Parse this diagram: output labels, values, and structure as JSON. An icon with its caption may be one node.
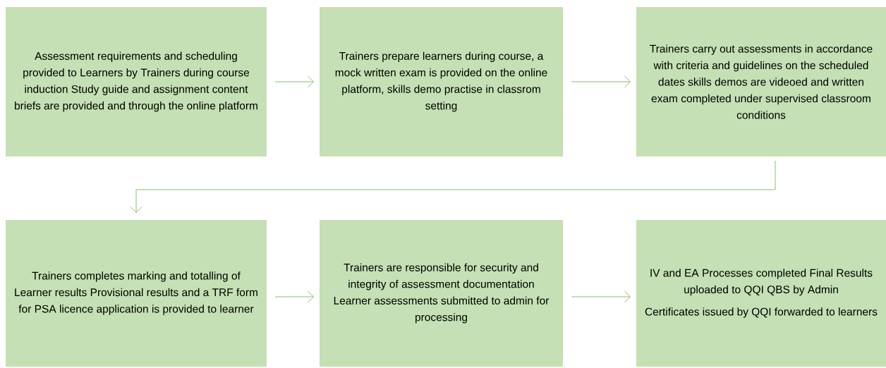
{
  "diagram": {
    "nodes": [
      {
        "text": [
          "Assessment requirements and scheduling provided to Learners by Trainers during course induction Study guide and assignment content briefs are provided and through the online platform"
        ]
      },
      {
        "text": [
          "Trainers prepare learners during course, a mock written exam is provided on the online platform, skills demo practise in classrom setting"
        ]
      },
      {
        "text": [
          "Trainers carry out assessments in accordance with criteria and guidelines on the scheduled dates skills demos are videoed and written exam completed under supervised classroom conditions"
        ]
      },
      {
        "text": [
          "Trainers completes marking and totalling of Learner results Provisional results and a TRF form for PSA licence application is provided to learner"
        ]
      },
      {
        "text": [
          "Trainers are responsible for security and integrity of assessment documentation Learner assessments submitted to admin for processing"
        ]
      },
      {
        "text": [
          "IV and EA Processes completed Final Results uploaded to QQI QBS by Admin",
          "Certificates issued by QQI forwarded to learners"
        ]
      }
    ],
    "edges": [
      {
        "from": 0,
        "to": 1,
        "arrow": "to"
      },
      {
        "from": 1,
        "to": 2,
        "arrow": "to"
      },
      {
        "from": 2,
        "to": 3,
        "arrow": "to"
      },
      {
        "from": 3,
        "to": 4,
        "arrow": "to"
      },
      {
        "from": 4,
        "to": 5,
        "arrow": "to"
      }
    ]
  }
}
